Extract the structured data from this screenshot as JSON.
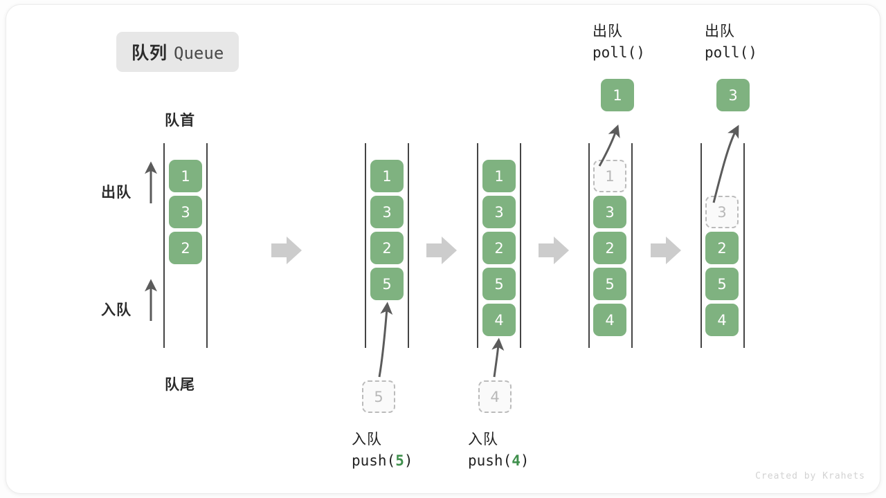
{
  "title": {
    "cn": "队列",
    "en": "Queue"
  },
  "labels": {
    "head": "队首",
    "tail": "队尾",
    "dequeue": "出队",
    "enqueue": "入队"
  },
  "colors": {
    "cell_green": "#7fb280",
    "code_accent": "#3f8f4c",
    "rail": "#444444",
    "ghost_border": "#bbbbbb",
    "badge_bg": "#e7e7e7",
    "flow_arrow": "#cccccc"
  },
  "columns": [
    {
      "id": "initial",
      "cells": [
        {
          "value": "1",
          "state": "filled"
        },
        {
          "value": "3",
          "state": "filled"
        },
        {
          "value": "2",
          "state": "filled"
        }
      ]
    },
    {
      "id": "after-push-5",
      "cells": [
        {
          "value": "1",
          "state": "filled"
        },
        {
          "value": "3",
          "state": "filled"
        },
        {
          "value": "2",
          "state": "filled"
        },
        {
          "value": "5",
          "state": "filled"
        }
      ],
      "incoming": {
        "value": "5",
        "state": "ghost"
      },
      "caption": {
        "cn": "入队",
        "code_prefix": "push(",
        "code_num": "5",
        "code_suffix": ")"
      }
    },
    {
      "id": "after-push-4",
      "cells": [
        {
          "value": "1",
          "state": "filled"
        },
        {
          "value": "3",
          "state": "filled"
        },
        {
          "value": "2",
          "state": "filled"
        },
        {
          "value": "5",
          "state": "filled"
        },
        {
          "value": "4",
          "state": "filled"
        }
      ],
      "incoming": {
        "value": "4",
        "state": "ghost"
      },
      "caption": {
        "cn": "入队",
        "code_prefix": "push(",
        "code_num": "4",
        "code_suffix": ")"
      }
    },
    {
      "id": "after-poll-1",
      "cells": [
        {
          "value": "1",
          "state": "ghost"
        },
        {
          "value": "3",
          "state": "filled"
        },
        {
          "value": "2",
          "state": "filled"
        },
        {
          "value": "5",
          "state": "filled"
        },
        {
          "value": "4",
          "state": "filled"
        }
      ],
      "outgoing": {
        "value": "1",
        "state": "filled"
      },
      "caption": {
        "cn": "出队",
        "code": "poll()"
      }
    },
    {
      "id": "after-poll-3",
      "cells": [
        {
          "value": "",
          "state": "empty"
        },
        {
          "value": "3",
          "state": "ghost"
        },
        {
          "value": "2",
          "state": "filled"
        },
        {
          "value": "5",
          "state": "filled"
        },
        {
          "value": "4",
          "state": "filled"
        }
      ],
      "outgoing": {
        "value": "3",
        "state": "filled"
      },
      "caption": {
        "cn": "出队",
        "code": "poll()"
      }
    }
  ],
  "credit": "Created by Krahets"
}
